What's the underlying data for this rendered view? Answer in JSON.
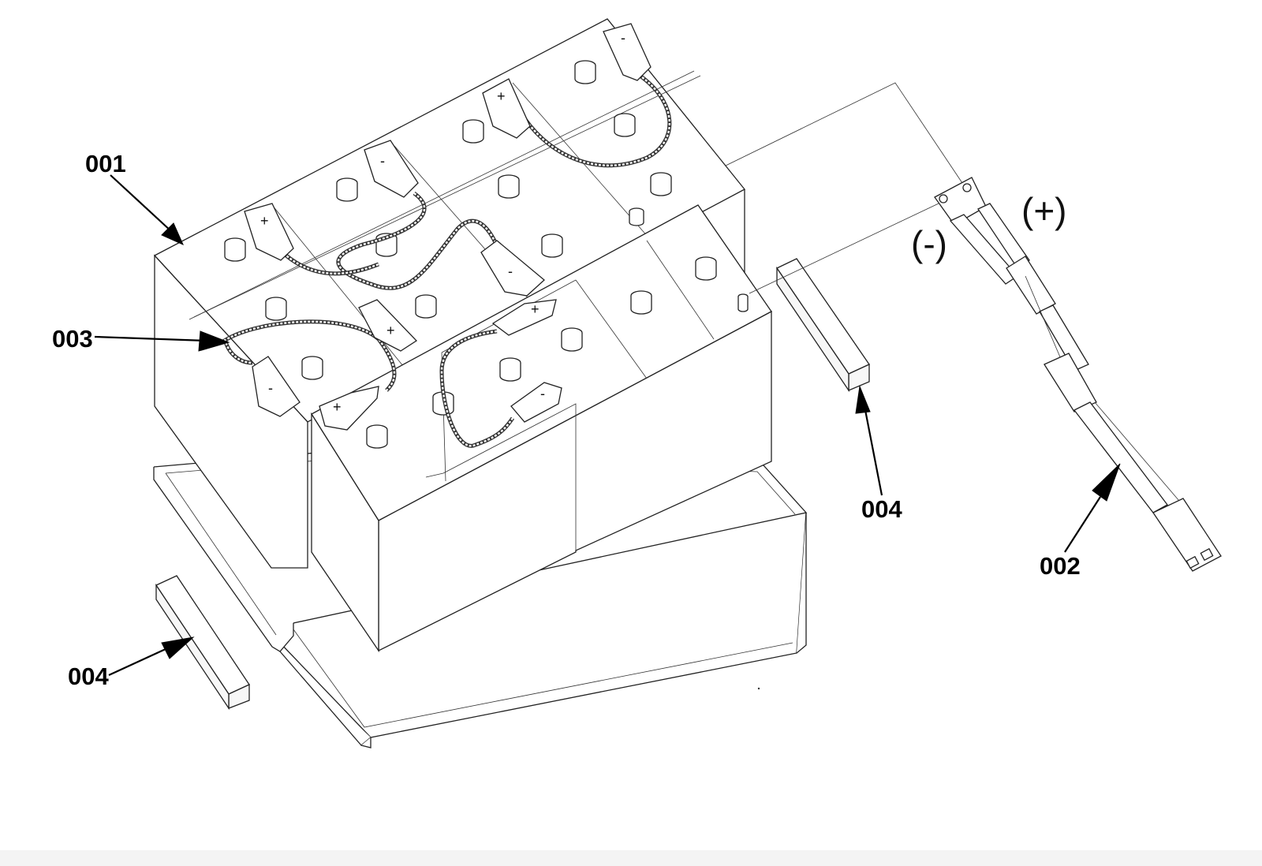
{
  "callouts": {
    "battery": "001",
    "cable_harness": "002",
    "jumper_cable": "003",
    "spacer_right": "004",
    "spacer_left": "004"
  },
  "polarity": {
    "negative": "(-)",
    "positive": "(+)"
  },
  "terminal_signs": {
    "plus": "+",
    "minus": "-"
  },
  "colors": {
    "line": "#222222",
    "background": "#ffffff"
  }
}
